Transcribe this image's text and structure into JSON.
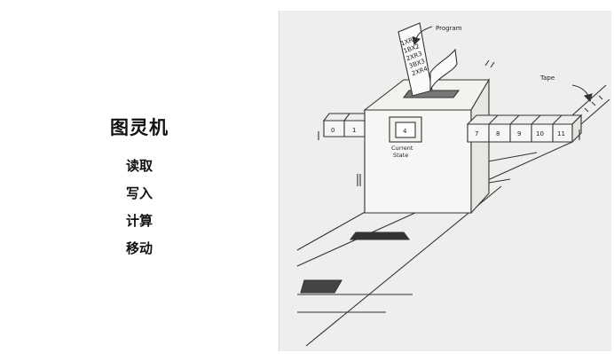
{
  "sidebar": {
    "title": "图灵机",
    "items": [
      {
        "label": "读取"
      },
      {
        "label": "写入"
      },
      {
        "label": "计算"
      },
      {
        "label": "移动"
      }
    ]
  },
  "diagram": {
    "program_label": "Program",
    "tape_label": "Tape",
    "program_lines": [
      "1XR1",
      "1BX2",
      "2XR3",
      "3BX3",
      "2XR4"
    ],
    "current_state_value": "4",
    "current_state_label_line1": "Current",
    "current_state_label_line2": "State",
    "tape_left_cells": [
      "0",
      "1"
    ],
    "tape_right_cells": [
      "7",
      "8",
      "9",
      "10",
      "11"
    ]
  }
}
